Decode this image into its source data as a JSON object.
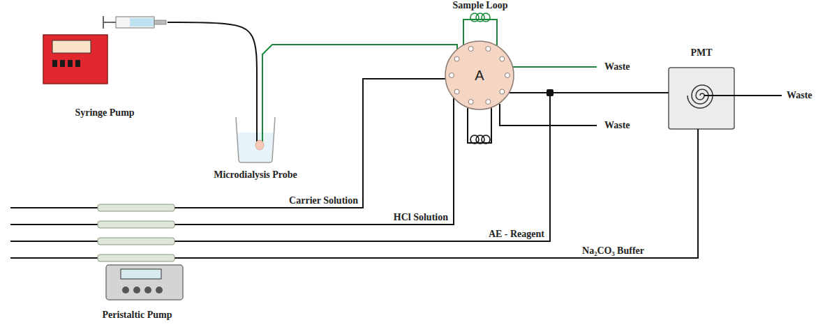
{
  "diagram": {
    "nodes": [
      {
        "text": [
          "Syringe Pump"
        ]
      },
      {
        "text": [
          "Microdialysis Probe"
        ]
      },
      {
        "text": [
          "A"
        ]
      },
      {
        "text": [
          "PMT"
        ]
      },
      {
        "text": [
          "Peristaltic Pump"
        ]
      }
    ],
    "edges": [
      {
        "from": 0,
        "to": 1,
        "arrow": "none"
      },
      {
        "from": 1,
        "to": 2,
        "arrow": "none"
      },
      {
        "from": 2,
        "to": 3,
        "arrow": "none"
      },
      {
        "from": 4,
        "to": 2,
        "label": "Carrier Solution",
        "arrow": "none"
      },
      {
        "from": 4,
        "to": 2,
        "label": "HCl Solution",
        "arrow": "none"
      },
      {
        "from": 4,
        "to": 3,
        "label": "AE - Reagent",
        "arrow": "none"
      },
      {
        "from": 4,
        "to": 3,
        "label": "Na₂CO₃ Buffer",
        "arrow": "none"
      }
    ],
    "labels": [
      "Sample Loop",
      "Waste",
      "Waste",
      "Waste"
    ]
  }
}
